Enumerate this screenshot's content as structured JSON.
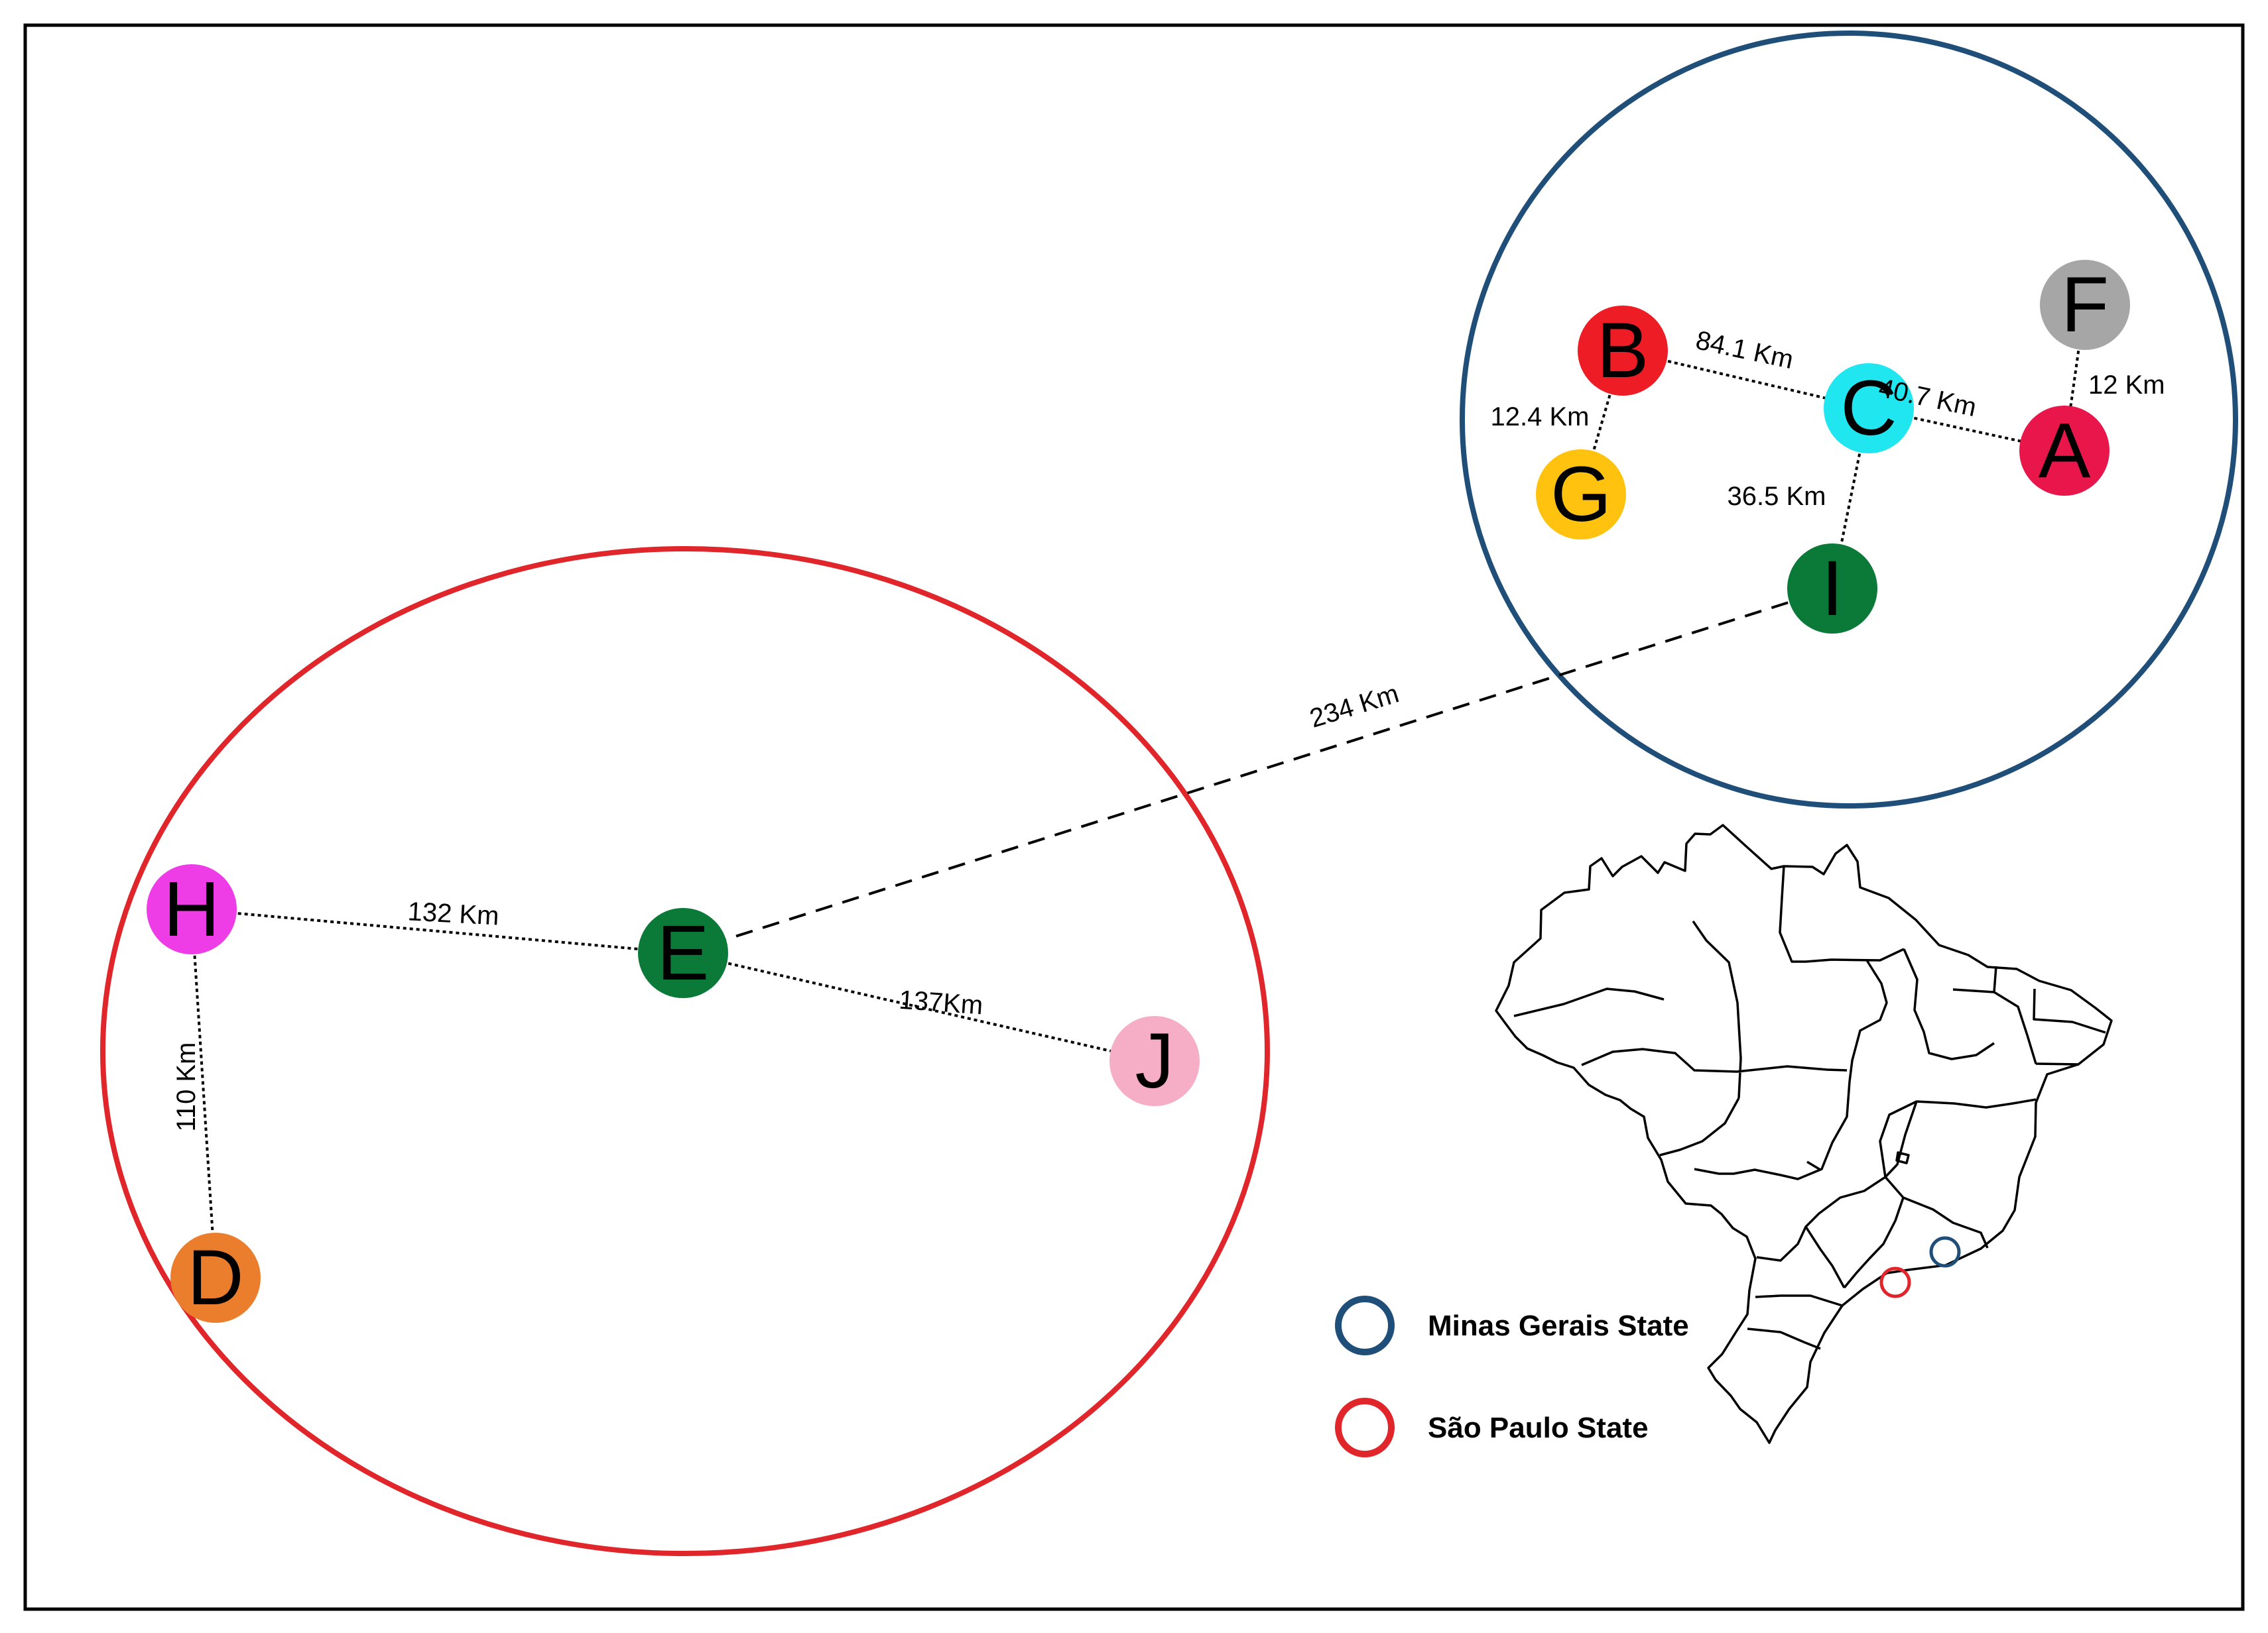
{
  "colors": {
    "minas_gerais": "#1F4E79",
    "sao_paulo": "#E0262B",
    "frame": "#000000"
  },
  "regions": {
    "minas_gerais": {
      "label": "Minas Gerais State",
      "color": "#1F4E79"
    },
    "sao_paulo": {
      "label": "São Paulo State",
      "color": "#E0262B"
    }
  },
  "nodes": [
    {
      "id": "A",
      "label": "A",
      "color": "#E8164A",
      "region": "minas_gerais"
    },
    {
      "id": "B",
      "label": "B",
      "color": "#EE1C25",
      "region": "minas_gerais"
    },
    {
      "id": "C",
      "label": "C",
      "color": "#20E6F0",
      "region": "minas_gerais"
    },
    {
      "id": "F",
      "label": "F",
      "color": "#A6A6A6",
      "region": "minas_gerais"
    },
    {
      "id": "G",
      "label": "G",
      "color": "#FFC20E",
      "region": "minas_gerais"
    },
    {
      "id": "I",
      "label": "I",
      "color": "#0B7A38",
      "region": "minas_gerais"
    },
    {
      "id": "E",
      "label": "E",
      "color": "#0B7A38",
      "region": "sao_paulo"
    },
    {
      "id": "H",
      "label": "H",
      "color": "#EE3CE6",
      "region": "sao_paulo"
    },
    {
      "id": "J",
      "label": "J",
      "color": "#F6AEC6",
      "region": "sao_paulo"
    },
    {
      "id": "D",
      "label": "D",
      "color": "#EB7E2D",
      "region": "sao_paulo"
    }
  ],
  "edges": [
    {
      "from": "B",
      "to": "C",
      "label": "84.1 Km",
      "style": "dotted"
    },
    {
      "from": "C",
      "to": "A",
      "label": "40.7 Km",
      "style": "dotted"
    },
    {
      "from": "F",
      "to": "A",
      "label": "12 Km",
      "style": "dotted"
    },
    {
      "from": "B",
      "to": "G",
      "label": "12.4 Km",
      "style": "dotted"
    },
    {
      "from": "C",
      "to": "I",
      "label": "36.5 Km",
      "style": "dotted"
    },
    {
      "from": "E",
      "to": "I",
      "label": "234 Km",
      "style": "dashed"
    },
    {
      "from": "H",
      "to": "E",
      "label": "132 Km",
      "style": "dotted"
    },
    {
      "from": "E",
      "to": "J",
      "label": "137Km",
      "style": "dotted"
    },
    {
      "from": "H",
      "to": "D",
      "label": "110 Km",
      "style": "dotted"
    }
  ],
  "map": {
    "icon": "brazil-map-icon",
    "markers": [
      "minas_gerais",
      "sao_paulo"
    ]
  }
}
